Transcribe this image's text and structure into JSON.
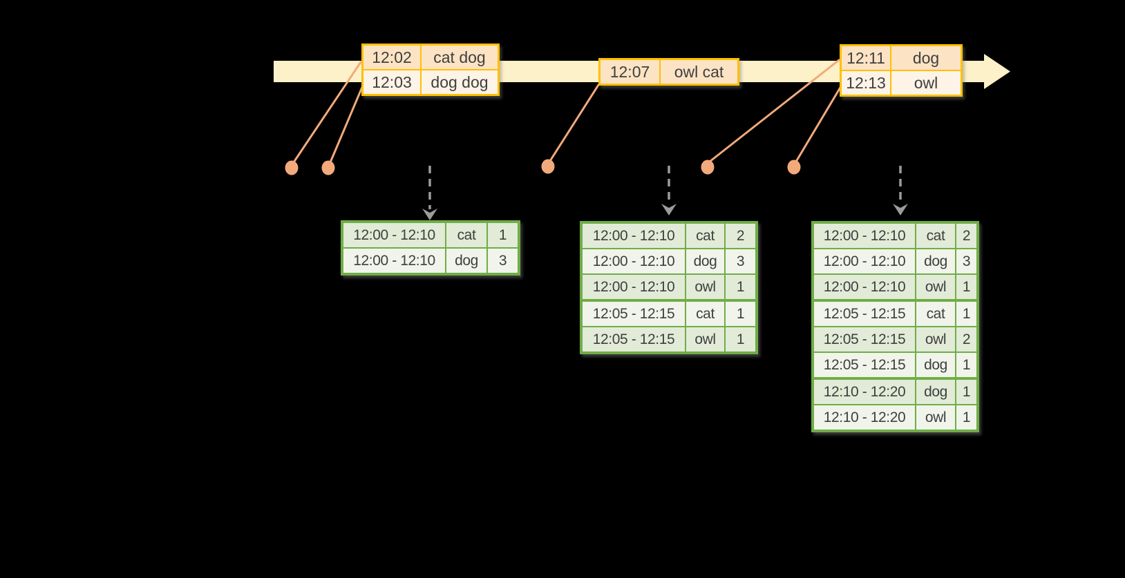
{
  "colors": {
    "background": "#000000",
    "timeline_fill": "#FCF1C8",
    "event_table_border": "#FFC000",
    "event_row_dark": "#FBE3C4",
    "event_row_light": "#FDF3E6",
    "result_table_border": "#70AD47",
    "result_row_dark": "#E2EBD7",
    "result_row_light": "#F0F4EA",
    "callout_salmon": "#F3AA7B",
    "dashed_arrow_gray": "#9C9C9C",
    "cell_text": "#3F3F3F"
  },
  "event_tables": [
    {
      "rows": [
        {
          "time": "12:02",
          "words": "cat dog"
        },
        {
          "time": "12:03",
          "words": "dog dog"
        }
      ]
    },
    {
      "rows": [
        {
          "time": "12:07",
          "words": "owl cat"
        }
      ]
    },
    {
      "rows": [
        {
          "time": "12:11",
          "words": "dog"
        },
        {
          "time": "12:13",
          "words": "owl"
        }
      ]
    }
  ],
  "result_tables": [
    {
      "rows": [
        {
          "window": "12:00 - 12:10",
          "word": "cat",
          "count": 1
        },
        {
          "window": "12:00 - 12:10",
          "word": "dog",
          "count": 3
        }
      ]
    },
    {
      "rows": [
        {
          "window": "12:00 - 12:10",
          "word": "cat",
          "count": 2
        },
        {
          "window": "12:00 - 12:10",
          "word": "dog",
          "count": 3
        },
        {
          "window": "12:00 - 12:10",
          "word": "owl",
          "count": 1
        },
        {
          "window": "12:05 - 12:15",
          "word": "cat",
          "count": 1
        },
        {
          "window": "12:05 - 12:15",
          "word": "owl",
          "count": 1
        }
      ]
    },
    {
      "rows": [
        {
          "window": "12:00 - 12:10",
          "word": "cat",
          "count": 2
        },
        {
          "window": "12:00 - 12:10",
          "word": "dog",
          "count": 3
        },
        {
          "window": "12:00 - 12:10",
          "word": "owl",
          "count": 1
        },
        {
          "window": "12:05 - 12:15",
          "word": "cat",
          "count": 1
        },
        {
          "window": "12:05 - 12:15",
          "word": "owl",
          "count": 2
        },
        {
          "window": "12:05 - 12:15",
          "word": "dog",
          "count": 1
        },
        {
          "window": "12:10 - 12:20",
          "word": "dog",
          "count": 1
        },
        {
          "window": "12:10 - 12:20",
          "word": "owl",
          "count": 1
        }
      ]
    }
  ]
}
